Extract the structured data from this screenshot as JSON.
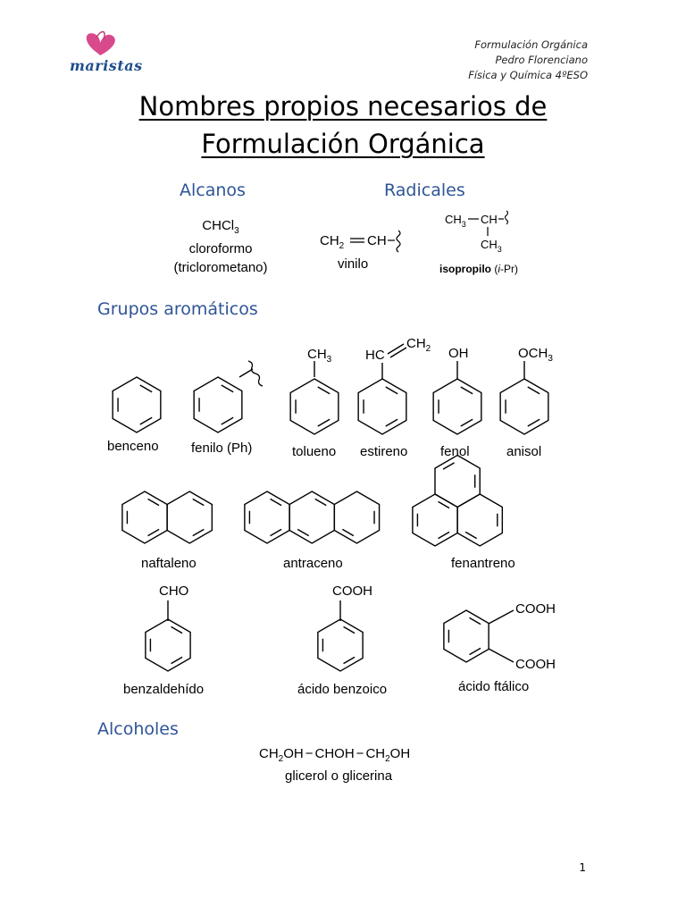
{
  "header": {
    "logo_text": "maristas",
    "line1": "Formulación Orgánica",
    "line2": "Pedro Florenciano",
    "line3": "Física y Química 4ºESO"
  },
  "title": {
    "line1": "Nombres propios necesarios de",
    "line2": "Formulación Orgánica"
  },
  "alcanos": {
    "heading": "Alcanos",
    "formula": "CHCl3",
    "name": "cloroformo",
    "alt_name": "(triclorometano)"
  },
  "radicales": {
    "heading": "Radicales",
    "vinilo_formula": "CH2=CH–",
    "vinilo_label": "vinilo",
    "isopropilo_formula": "CH3–CH(CH3)–",
    "isopropilo_label": "isopropilo",
    "isopropilo_abbr": "(i-Pr)"
  },
  "aromaticos": {
    "heading": "Grupos aromáticos",
    "items": [
      "benceno",
      "fenilo (Ph)",
      "tolueno",
      "estireno",
      "fenol",
      "anisol",
      "naftaleno",
      "antraceno",
      "fenantreno",
      "benzaldehído",
      "ácido benzoico",
      "ácido ftálico"
    ],
    "substituents": {
      "tolueno": "CH3",
      "estireno_hc": "HC",
      "estireno_ch2": "CH2",
      "fenol": "OH",
      "anisol": "OCH3",
      "benzaldehido": "CHO",
      "benzoico": "COOH",
      "ftalico": "COOH"
    }
  },
  "alcoholes": {
    "heading": "Alcoholes",
    "formula": "CH2OH–CHOH–CH2OH",
    "name": "glicerol o glicerina"
  },
  "page_number": "1"
}
